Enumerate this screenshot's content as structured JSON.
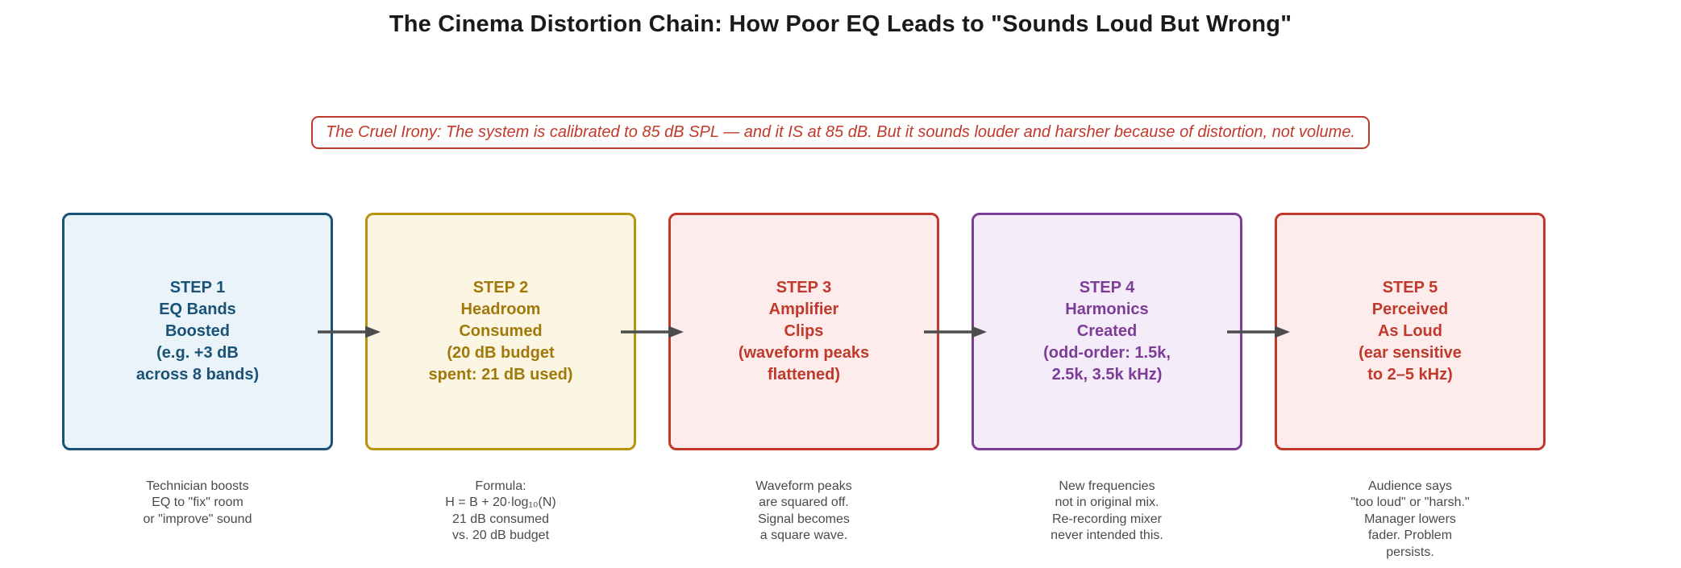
{
  "page": {
    "title": "The Cinema Distortion Chain: How Poor EQ Leads to \"Sounds Loud But Wrong\"",
    "background_color": "#ffffff",
    "title_color": "#1a1a1a"
  },
  "irony_note": {
    "text": "The Cruel Irony: The system is calibrated to 85 dB SPL — and it IS at 85 dB. But it sounds louder and harsher because of distortion, not volume.",
    "border_color": "#c0392b",
    "text_color": "#c0392b"
  },
  "arrow_color": "#4d4d4d",
  "steps": [
    {
      "box_lines": [
        "STEP 1",
        "EQ Bands",
        "Boosted",
        "(e.g. +3 dB",
        "across 8 bands)"
      ],
      "caption_lines": [
        "Technician boosts",
        "EQ to \"fix\" room",
        "or \"improve\" sound"
      ],
      "colors": {
        "border": "#1a5276",
        "fill": "#e9f3f9",
        "text": "#1a5276"
      }
    },
    {
      "box_lines": [
        "STEP 2",
        "Headroom",
        "Consumed",
        "(20 dB budget",
        "spent: 21 dB used)"
      ],
      "caption_lines": [
        "Formula:",
        "H = B + 20·log₁₀(N)",
        "21 dB consumed",
        "vs. 20 dB budget"
      ],
      "colors": {
        "border": "#b7950b",
        "fill": "#fcf5e2",
        "text": "#a0790a"
      }
    },
    {
      "box_lines": [
        "STEP 3",
        "Amplifier",
        "Clips",
        "(waveform peaks",
        "flattened)"
      ],
      "caption_lines": [
        "Waveform peaks",
        "are squared off.",
        "Signal becomes",
        "a square wave."
      ],
      "colors": {
        "border": "#c0392b",
        "fill": "#fdeceb",
        "text": "#c0392b"
      }
    },
    {
      "box_lines": [
        "STEP 4",
        "Harmonics",
        "Created",
        "(odd-order: 1.5k,",
        "2.5k, 3.5k kHz)"
      ],
      "caption_lines": [
        "New frequencies",
        "not in original mix.",
        "Re-recording mixer",
        "never intended this."
      ],
      "colors": {
        "border": "#7d3c98",
        "fill": "#f4ecf8",
        "text": "#7d3c98"
      }
    },
    {
      "box_lines": [
        "STEP 5",
        "Perceived",
        "As Loud",
        "(ear sensitive",
        "to 2–5 kHz)"
      ],
      "caption_lines": [
        "Audience says",
        "\"too loud\" or \"harsh.\"",
        "Manager lowers",
        "fader. Problem",
        "persists."
      ],
      "colors": {
        "border": "#c0392b",
        "fill": "#fdeceb",
        "text": "#c0392b"
      }
    }
  ]
}
